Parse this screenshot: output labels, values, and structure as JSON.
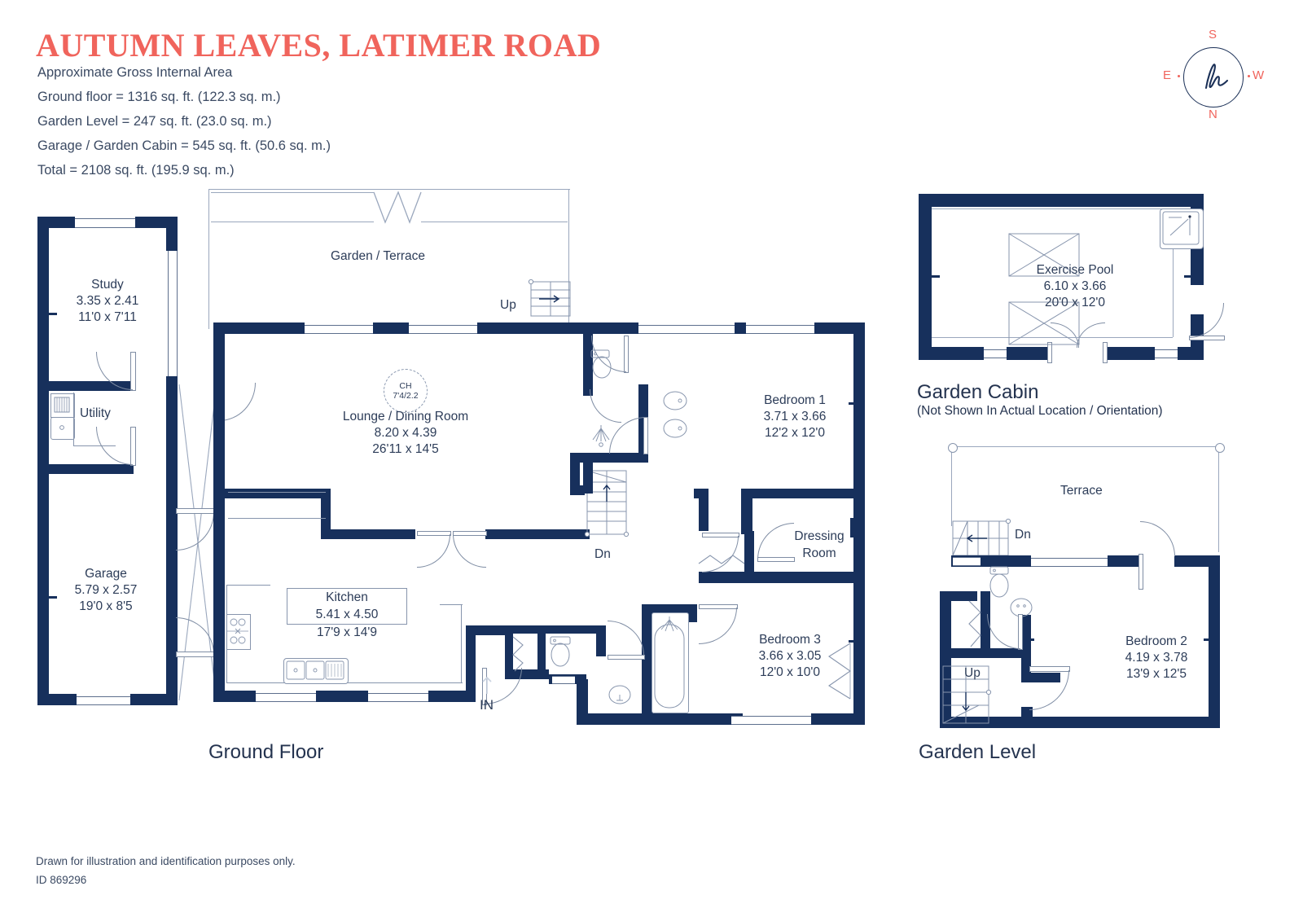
{
  "header": {
    "title": "AUTUMN LEAVES, LATIMER ROAD",
    "subtitle": "Approximate Gross Internal Area",
    "areas": [
      "Ground floor = 1316 sq. ft. (122.3 sq. m.)",
      "Garden Level  = 247 sq. ft. (23.0 sq. m.)",
      "Garage / Garden Cabin  = 545 sq. ft. (50.6 sq. m.)",
      "Total =  2108 sq. ft. (195.9 sq. m.)"
    ],
    "title_color": "#f0645c"
  },
  "compass": {
    "north": "N",
    "south": "S",
    "east": "E",
    "west": "W",
    "logo": "h",
    "label_color": "#f0645c",
    "ring_color": "#1c3158"
  },
  "ground_floor": {
    "label": "Ground Floor",
    "entrance_label": "IN",
    "ceiling_height": {
      "code": "CH",
      "value": "7'4/2.2"
    },
    "stairs": [
      {
        "name": "garden-terrace-up",
        "label": "Up"
      },
      {
        "name": "ground-down",
        "label": "Dn"
      }
    ],
    "rooms": [
      {
        "name": "Garden / Terrace",
        "m": "",
        "ft": ""
      },
      {
        "name": "Study",
        "m": "3.35 x 2.41",
        "ft": "11'0 x 7'11"
      },
      {
        "name": "Utility",
        "m": "",
        "ft": ""
      },
      {
        "name": "Garage",
        "m": "5.79 x 2.57",
        "ft": "19'0 x 8'5"
      },
      {
        "name": "Lounge / Dining Room",
        "m": "8.20 x 4.39",
        "ft": "26'11 x 14'5"
      },
      {
        "name": "Kitchen",
        "m": "5.41 x 4.50",
        "ft": "17'9 x 14'9"
      },
      {
        "name": "Bedroom 1",
        "m": "3.71 x 3.66",
        "ft": "12'2 x 12'0"
      },
      {
        "name": "Dressing Room",
        "m": "",
        "ft": ""
      },
      {
        "name": "Bedroom 3",
        "m": "3.66 x 3.05",
        "ft": "12'0 x 10'0"
      }
    ]
  },
  "garden_cabin": {
    "label": "Garden Cabin",
    "note": "(Not Shown In Actual Location / Orientation)",
    "rooms": [
      {
        "name": "Exercise Pool",
        "m": "6.10 x 3.66",
        "ft": "20'0 x 12'0"
      }
    ]
  },
  "garden_level": {
    "label": "Garden Level",
    "stairs": [
      {
        "name": "garden-level-down",
        "label": "Dn"
      },
      {
        "name": "garden-level-up",
        "label": "Up"
      }
    ],
    "rooms": [
      {
        "name": "Terrace",
        "m": "",
        "ft": ""
      },
      {
        "name": "Bedroom 2",
        "m": "4.19 x 3.78",
        "ft": "13'9 x 12'5"
      }
    ]
  },
  "footer": {
    "disclaimer": "Drawn for illustration and identification purposes only.",
    "id": "ID 869296"
  },
  "colors": {
    "wall": "#17305c",
    "accent": "#f0645c",
    "text": "#24334f",
    "thin_line": "#7f8da4"
  }
}
